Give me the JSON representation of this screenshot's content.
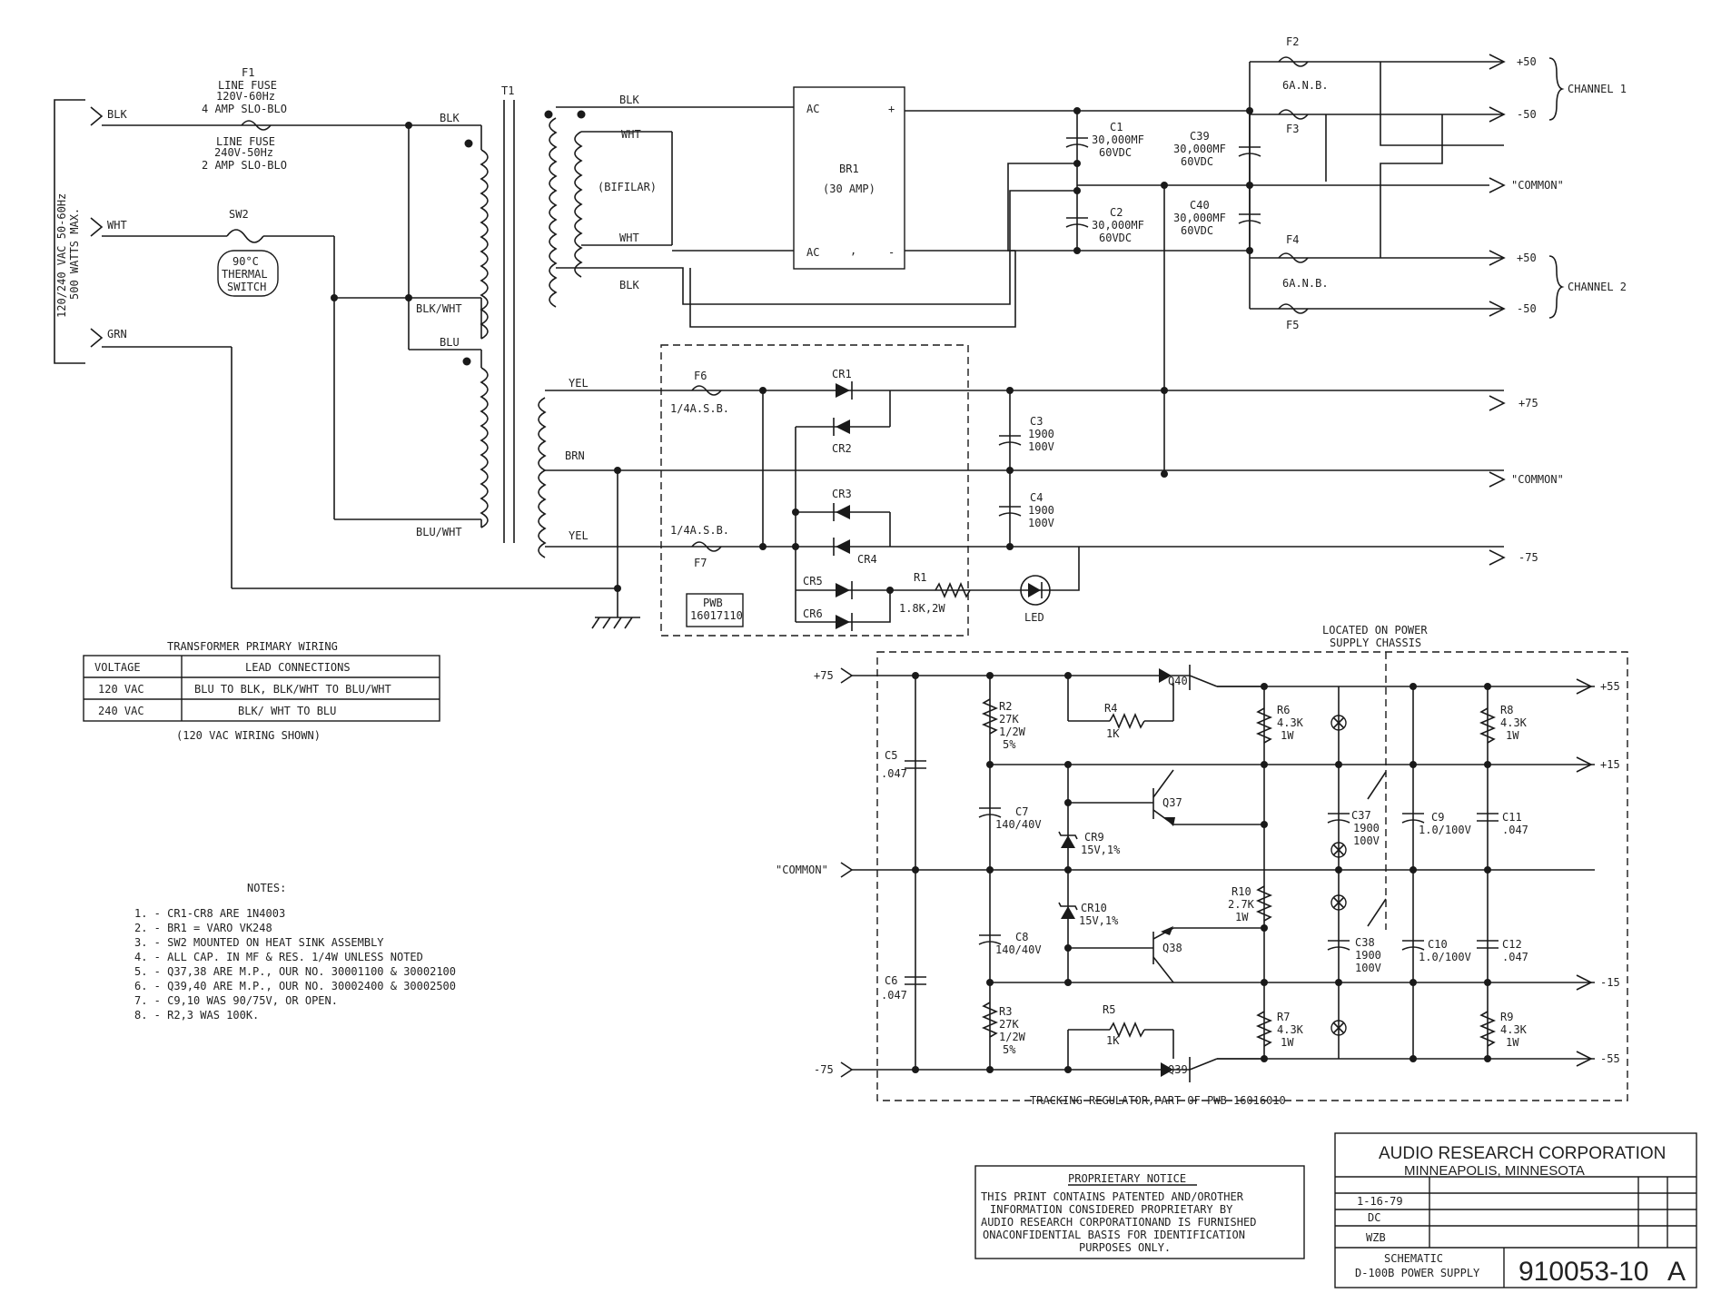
{
  "input": {
    "side_label": "120/240 VAC 50-60Hz",
    "side_label2": "500 WATTS MAX.",
    "blk": "BLK",
    "wht": "WHT",
    "grn": "GRN",
    "f1": [
      "F1",
      "LINE FUSE",
      "120V-60Hz",
      "4 AMP SLO-BLO",
      "LINE FUSE",
      "240V-50Hz",
      "2 AMP SLO-BLO"
    ],
    "sw2": "SW2",
    "thermal": [
      "90°C",
      "THERMAL",
      "SWITCH"
    ]
  },
  "transformer": {
    "t1": "T1",
    "primary_labels": [
      "BLK",
      "BLK/WHT",
      "BLU",
      "BLU/WHT"
    ],
    "secondary_labels": [
      "BLK",
      "WHT",
      "(BIFILAR)",
      "WHT",
      "BLK",
      "YEL",
      "BRN",
      "YEL"
    ]
  },
  "bridge": {
    "name": "BR1",
    "rating": "(30 AMP)",
    "ac1": "AC",
    "ac2": "AC",
    "plus": "+",
    "minus": "-",
    "tick": ","
  },
  "caps_main": [
    [
      "C1",
      "30,000MF",
      "60VDC"
    ],
    [
      "C2",
      "30,000MF",
      "60VDC"
    ],
    [
      "C39",
      "30,000MF",
      "60VDC"
    ],
    [
      "C40",
      "30,000MF",
      "60VDC"
    ]
  ],
  "fuses_out": {
    "f2": "F2",
    "f3": "F3",
    "f4": "F4",
    "f5": "F5",
    "rating1": "6A.N.B.",
    "rating2": "6A.N.B."
  },
  "outputs_top": {
    "p50a": "+50",
    "m50a": "-50",
    "common1": "\"COMMON\"",
    "p50b": "+50",
    "m50b": "-50",
    "ch1": "CHANNEL 1",
    "ch2": "CHANNEL 2",
    "p75": "+75",
    "common2": "\"COMMON\"",
    "m75": "-75"
  },
  "aux": {
    "f6": "F6",
    "f6r": "1/4A.S.B.",
    "f7": "F7",
    "f7r": "1/4A.S.B.",
    "cr1": "CR1",
    "cr2": "CR2",
    "cr3": "CR3",
    "cr4": "CR4",
    "cr5": "CR5",
    "cr6": "CR6",
    "r1": "R1",
    "r1v": "1.8K,2W",
    "led": "LED",
    "c3": [
      "C3",
      "1900",
      "100V"
    ],
    "c4": [
      "C4",
      "1900",
      "100V"
    ],
    "pwb": [
      "PWB",
      "16017110"
    ]
  },
  "wiring_table": {
    "title": "TRANSFORMER PRIMARY WIRING",
    "headers": [
      "VOLTAGE",
      "LEAD CONNECTIONS"
    ],
    "rows": [
      [
        "120 VAC",
        "BLU TO BLK, BLK/WHT TO BLU/WHT"
      ],
      [
        "240 VAC",
        "BLK/ WHT TO BLU"
      ]
    ],
    "note": "(120 VAC WIRING SHOWN)"
  },
  "notes": {
    "title": "NOTES:",
    "items": [
      "1. - CR1-CR8 ARE 1N4003",
      "2. - BR1 = VARO VK248",
      "3. - SW2 MOUNTED ON HEAT SINK ASSEMBLY",
      "4. - ALL CAP. IN MF & RES. 1/4W UNLESS NOTED",
      "5. - Q37,38 ARE M.P., OUR NO. 30001100 & 30002100",
      "6. - Q39,40 ARE M.P., OUR NO. 30002400 & 30002500",
      "7. - C9,10 WAS 90/75V, OR OPEN.",
      "8. - R2,3 WAS 100K."
    ]
  },
  "regulator": {
    "in_p75": "+75",
    "in_common": "\"COMMON\"",
    "in_m75": "-75",
    "out_p55": "+55",
    "out_p15": "+15",
    "out_m15": "-15",
    "out_m55": "-55",
    "located": [
      "LOCATED ON POWER",
      "SUPPLY CHASSIS"
    ],
    "footer": "TRACKING REGULATOR,PART OF PWB 16016010",
    "c5": [
      "C5",
      ".047"
    ],
    "c6": [
      "C6",
      ".047"
    ],
    "r2": [
      "R2",
      "27K",
      "1/2W",
      "5%"
    ],
    "r3": [
      "R3",
      "27K",
      "1/2W",
      "5%"
    ],
    "r4": [
      "R4",
      "1K"
    ],
    "r5": [
      "R5",
      "1K"
    ],
    "q40": "Q40",
    "q37": "Q37",
    "q38": "Q38",
    "q39": "Q39",
    "c7": [
      "C7",
      "140/40V"
    ],
    "c8": [
      "C8",
      "140/40V"
    ],
    "cr9": [
      "CR9",
      "15V,1%"
    ],
    "cr10": [
      "CR10",
      "15V,1%"
    ],
    "r6": [
      "R6",
      "4.3K",
      "1W"
    ],
    "r7": [
      "R7",
      "4.3K",
      "1W"
    ],
    "r8": [
      "R8",
      "4.3K",
      "1W"
    ],
    "r9": [
      "R9",
      "4.3K",
      "1W"
    ],
    "r10": [
      "R10",
      "2.7K",
      "1W"
    ],
    "c37": [
      "C37",
      "1900",
      "100V"
    ],
    "c38": [
      "C38",
      "1900",
      "100V"
    ],
    "c9": [
      "C9",
      "1.0/100V"
    ],
    "c10": [
      "C10",
      "1.0/100V"
    ],
    "c11": [
      "C11",
      ".047"
    ],
    "c12": [
      "C12",
      ".047"
    ]
  },
  "proprietary": {
    "title": "PROPRIETARY NOTICE",
    "lines": [
      "THIS PRINT CONTAINS PATENTED AND/OROTHER",
      "INFORMATION CONSIDERED PROPRIETARY BY",
      "AUDIO RESEARCH CORPORATIONAND IS FURNISHED",
      "ONACONFIDENTIAL BASIS FOR IDENTIFICATION",
      "PURPOSES ONLY."
    ]
  },
  "title_block": {
    "company": "AUDIO RESEARCH CORPORATION",
    "city": "MINNEAPOLIS, MINNESOTA",
    "date": "1-16-79",
    "dr": "DC",
    "ch": "WZB",
    "title": "SCHEMATIC",
    "subtitle": "D-100B POWER SUPPLY",
    "number": "910053-10",
    "rev": "A"
  }
}
